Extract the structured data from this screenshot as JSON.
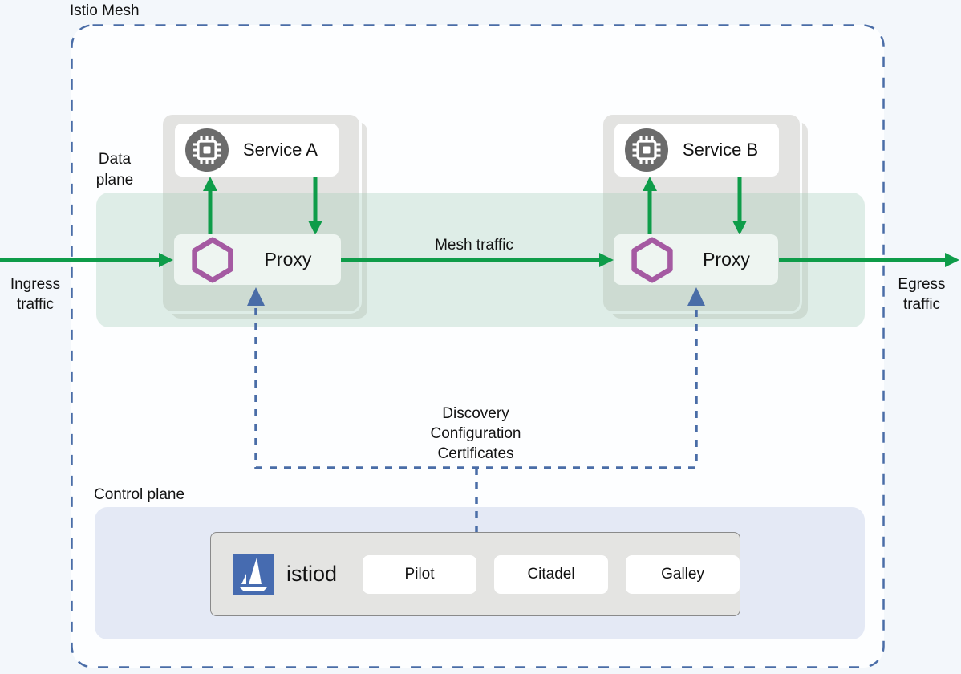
{
  "title": "Istio Mesh",
  "data_plane": {
    "label": [
      "Data",
      "plane"
    ],
    "ingress_label": [
      "Ingress",
      "traffic"
    ],
    "egress_label": [
      "Egress",
      "traffic"
    ],
    "mesh_traffic_label": "Mesh traffic",
    "pods": [
      {
        "service": "Service A",
        "proxy": "Proxy"
      },
      {
        "service": "Service B",
        "proxy": "Proxy"
      }
    ]
  },
  "connector": {
    "label": [
      "Discovery",
      "Configuration",
      "Certificates"
    ]
  },
  "control_plane": {
    "label": "Control plane",
    "istiod": {
      "name": "istiod",
      "components": [
        "Pilot",
        "Citadel",
        "Galley"
      ]
    }
  },
  "icons": {
    "service": "microchip-icon",
    "proxy": "envoy-hexagon-icon",
    "istiod": "istio-sailboat-icon"
  },
  "colors": {
    "green": "#0e9c49",
    "dash_blue": "#4a6da7",
    "istio_blue": "#466bb0",
    "envoy_purple": "#a55aa2",
    "pod_grey": "#e3e3e1",
    "band_green": "#e0eee7",
    "control_fill": "#e4e9f5",
    "service_icon_grey": "#6b6b6b"
  }
}
